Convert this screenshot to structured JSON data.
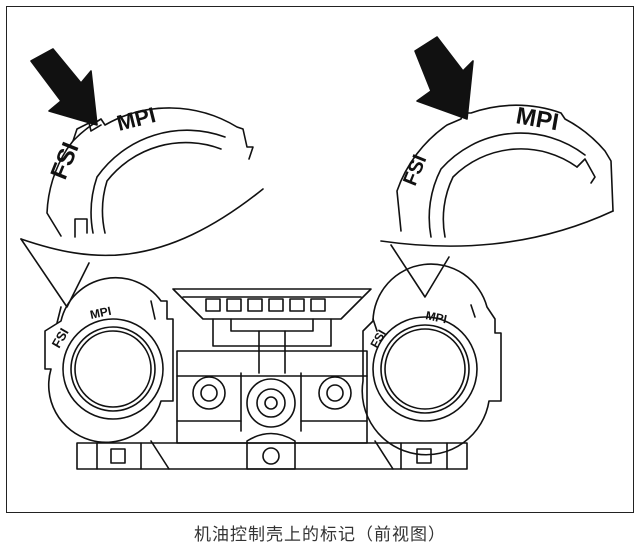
{
  "figure": {
    "labels": {
      "fsi": "FSI",
      "mpi": "MPI"
    },
    "caption": "机油控制壳上的标记（前视图）"
  },
  "colors": {
    "ink": "#111111",
    "background": "#ffffff"
  },
  "icons": [
    "arrow-down-right-icon",
    "arrow-down-right-icon"
  ]
}
